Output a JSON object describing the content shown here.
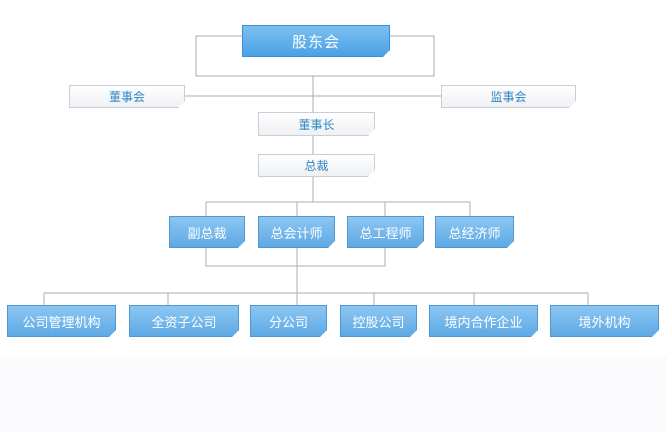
{
  "nodes": {
    "shareholders": "股东会",
    "board": "董事会",
    "supervisors": "监事会",
    "chairman": "董事长",
    "president": "总裁",
    "vice_president": "副总裁",
    "chief_accountant": "总会计师",
    "chief_engineer": "总工程师",
    "chief_economist": "总经济师",
    "management_org": "公司管理机构",
    "wholly_owned": "全资子公司",
    "branch": "分公司",
    "holding": "控股公司",
    "domestic_jv": "境内合作企业",
    "overseas": "境外机构"
  },
  "colors": {
    "line": "#a9aeb6",
    "accent_text": "#2f86c4",
    "box_blue": "#6fb5ea"
  }
}
